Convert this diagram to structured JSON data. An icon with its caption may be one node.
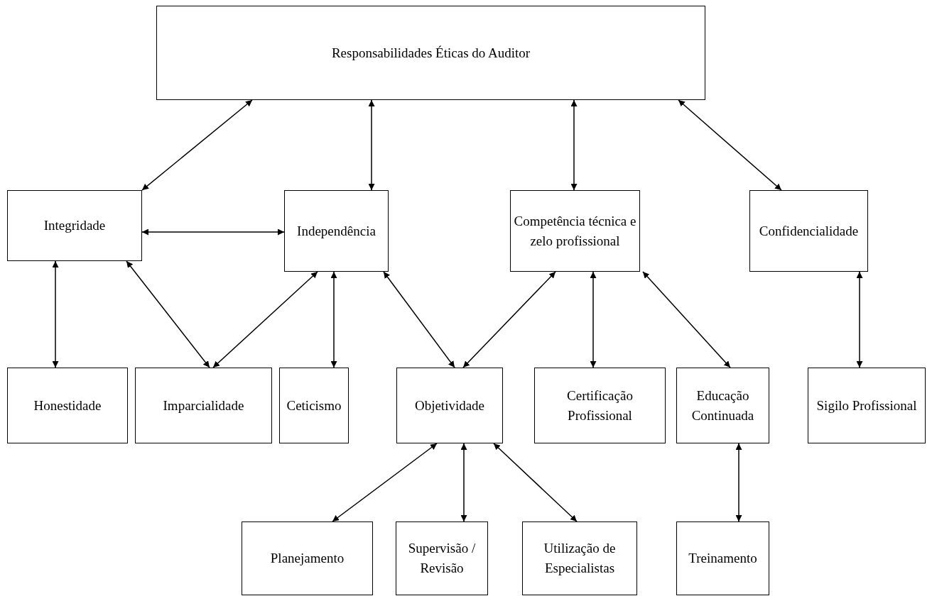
{
  "diagram": {
    "nodes": [
      {
        "text": [
          "Responsabilidades Éticas do Auditor"
        ]
      },
      {
        "text": [
          "Integridade"
        ]
      },
      {
        "text": [
          "Independência"
        ]
      },
      {
        "text": [
          "Competência técnica e zelo profissional"
        ]
      },
      {
        "text": [
          "Confidencialidade"
        ]
      },
      {
        "text": [
          "Honestidade"
        ]
      },
      {
        "text": [
          "Imparcialidade"
        ]
      },
      {
        "text": [
          "Ceticismo"
        ]
      },
      {
        "text": [
          "Objetividade"
        ]
      },
      {
        "text": [
          "Certificação Profissional"
        ]
      },
      {
        "text": [
          "Educação Continuada"
        ]
      },
      {
        "text": [
          "Sigilo Profissional"
        ]
      },
      {
        "text": [
          "Planejamento"
        ]
      },
      {
        "text": [
          "Supervisão / Revisão"
        ]
      },
      {
        "text": [
          "Utilização de Especialistas"
        ]
      },
      {
        "text": [
          "Treinamento"
        ]
      }
    ],
    "edges": [
      {
        "from": 0,
        "to": 1,
        "arrow": "both"
      },
      {
        "from": 0,
        "to": 2,
        "arrow": "both"
      },
      {
        "from": 0,
        "to": 3,
        "arrow": "both"
      },
      {
        "from": 0,
        "to": 4,
        "arrow": "both"
      },
      {
        "from": 1,
        "to": 2,
        "arrow": "both"
      },
      {
        "from": 1,
        "to": 5,
        "arrow": "both"
      },
      {
        "from": 1,
        "to": 6,
        "arrow": "both"
      },
      {
        "from": 2,
        "to": 6,
        "arrow": "both"
      },
      {
        "from": 2,
        "to": 7,
        "arrow": "both"
      },
      {
        "from": 2,
        "to": 8,
        "arrow": "both"
      },
      {
        "from": 3,
        "to": 8,
        "arrow": "both"
      },
      {
        "from": 3,
        "to": 9,
        "arrow": "both"
      },
      {
        "from": 3,
        "to": 10,
        "arrow": "both"
      },
      {
        "from": 4,
        "to": 11,
        "arrow": "both"
      },
      {
        "from": 8,
        "to": 12,
        "arrow": "both"
      },
      {
        "from": 8,
        "to": 13,
        "arrow": "both"
      },
      {
        "from": 8,
        "to": 14,
        "arrow": "both"
      },
      {
        "from": 10,
        "to": 15,
        "arrow": "both"
      }
    ]
  }
}
